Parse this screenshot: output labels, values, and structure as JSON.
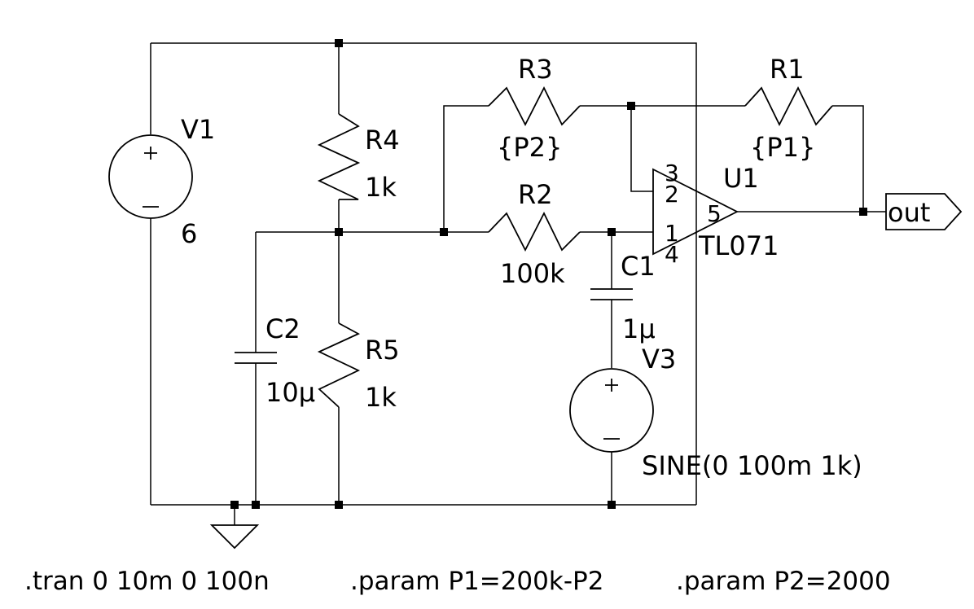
{
  "components": {
    "V1": {
      "name": "V1",
      "value": "6"
    },
    "V3": {
      "name": "V3",
      "value": "SINE(0 100m 1k)"
    },
    "R1": {
      "name": "R1",
      "value": "{P1}"
    },
    "R2": {
      "name": "R2",
      "value": "100k"
    },
    "R3": {
      "name": "R3",
      "value": "{P2}"
    },
    "R4": {
      "name": "R4",
      "value": "1k"
    },
    "R5": {
      "name": "R5",
      "value": "1k"
    },
    "C1": {
      "name": "C1",
      "value": "1µ"
    },
    "C2": {
      "name": "C2",
      "value": "10µ"
    },
    "U1": {
      "name": "U1",
      "value": "TL071",
      "pins": [
        "3",
        "2",
        "1",
        "4",
        "5"
      ]
    }
  },
  "net_label": "out",
  "directives": [
    ".tran 0 10m 0 100n",
    ".param P1=200k-P2",
    ".param P2=2000"
  ]
}
